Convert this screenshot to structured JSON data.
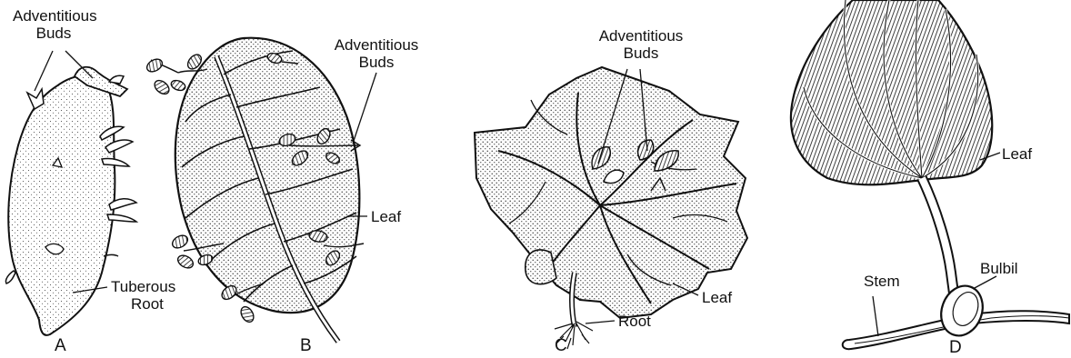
{
  "panel_a": {
    "letter": "A",
    "adventitious_buds_line1": "Adventitious",
    "adventitious_buds_line2": "Buds",
    "tuberous_root_line1": "Tuberous",
    "tuberous_root_line2": "Root"
  },
  "panel_b": {
    "letter": "B",
    "adventitious_buds_line1": "Adventitious",
    "adventitious_buds_line2": "Buds",
    "leaf": "Leaf"
  },
  "panel_c": {
    "letter": "C",
    "adventitious_buds_line1": "Adventitious",
    "adventitious_buds_line2": "Buds",
    "leaf": "Leaf",
    "root": "Root"
  },
  "panel_d": {
    "letter": "D",
    "leaf": "Leaf",
    "stem": "Stem",
    "bulbil": "Bulbil"
  }
}
